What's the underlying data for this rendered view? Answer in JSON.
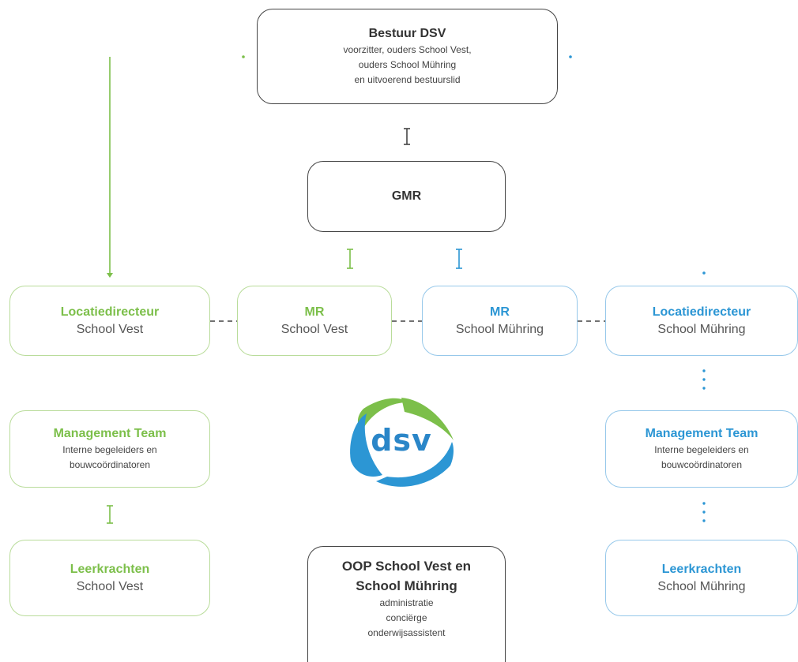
{
  "colors": {
    "green": "#7cbf4a",
    "blue": "#2c96d4",
    "dark": "#333333"
  },
  "nodes": {
    "bestuur": {
      "title": "Bestuur DSV",
      "lines": [
        "voorzitter, ouders School Vest,",
        "ouders School Mühring",
        "en uitvoerend bestuurslid"
      ]
    },
    "gmr": {
      "title": "GMR"
    },
    "locatie_vest": {
      "title": "Locatiedirecteur",
      "sub": "School Vest"
    },
    "mr_vest": {
      "title": "MR",
      "sub": "School Vest"
    },
    "mr_muhring": {
      "title": "MR",
      "sub": "School Mühring"
    },
    "locatie_muhring": {
      "title": "Locatiedirecteur",
      "sub": "School Mühring"
    },
    "mt_vest": {
      "title": "Management Team",
      "lines": [
        "Interne begeleiders en",
        "bouwcoördinatoren"
      ]
    },
    "mt_muhring": {
      "title": "Management Team",
      "lines": [
        "Interne begeleiders en",
        "bouwcoördinatoren"
      ]
    },
    "leer_vest": {
      "title": "Leerkrachten",
      "sub": "School Vest"
    },
    "leer_muhring": {
      "title": "Leerkrachten",
      "sub": "School Mühring"
    },
    "oop": {
      "title_lines": [
        "OOP School Vest en",
        "School Mühring"
      ],
      "lines": [
        "administratie",
        "conciërge",
        "onderwijsassistent"
      ]
    }
  },
  "logo": {
    "text": "dsv"
  }
}
